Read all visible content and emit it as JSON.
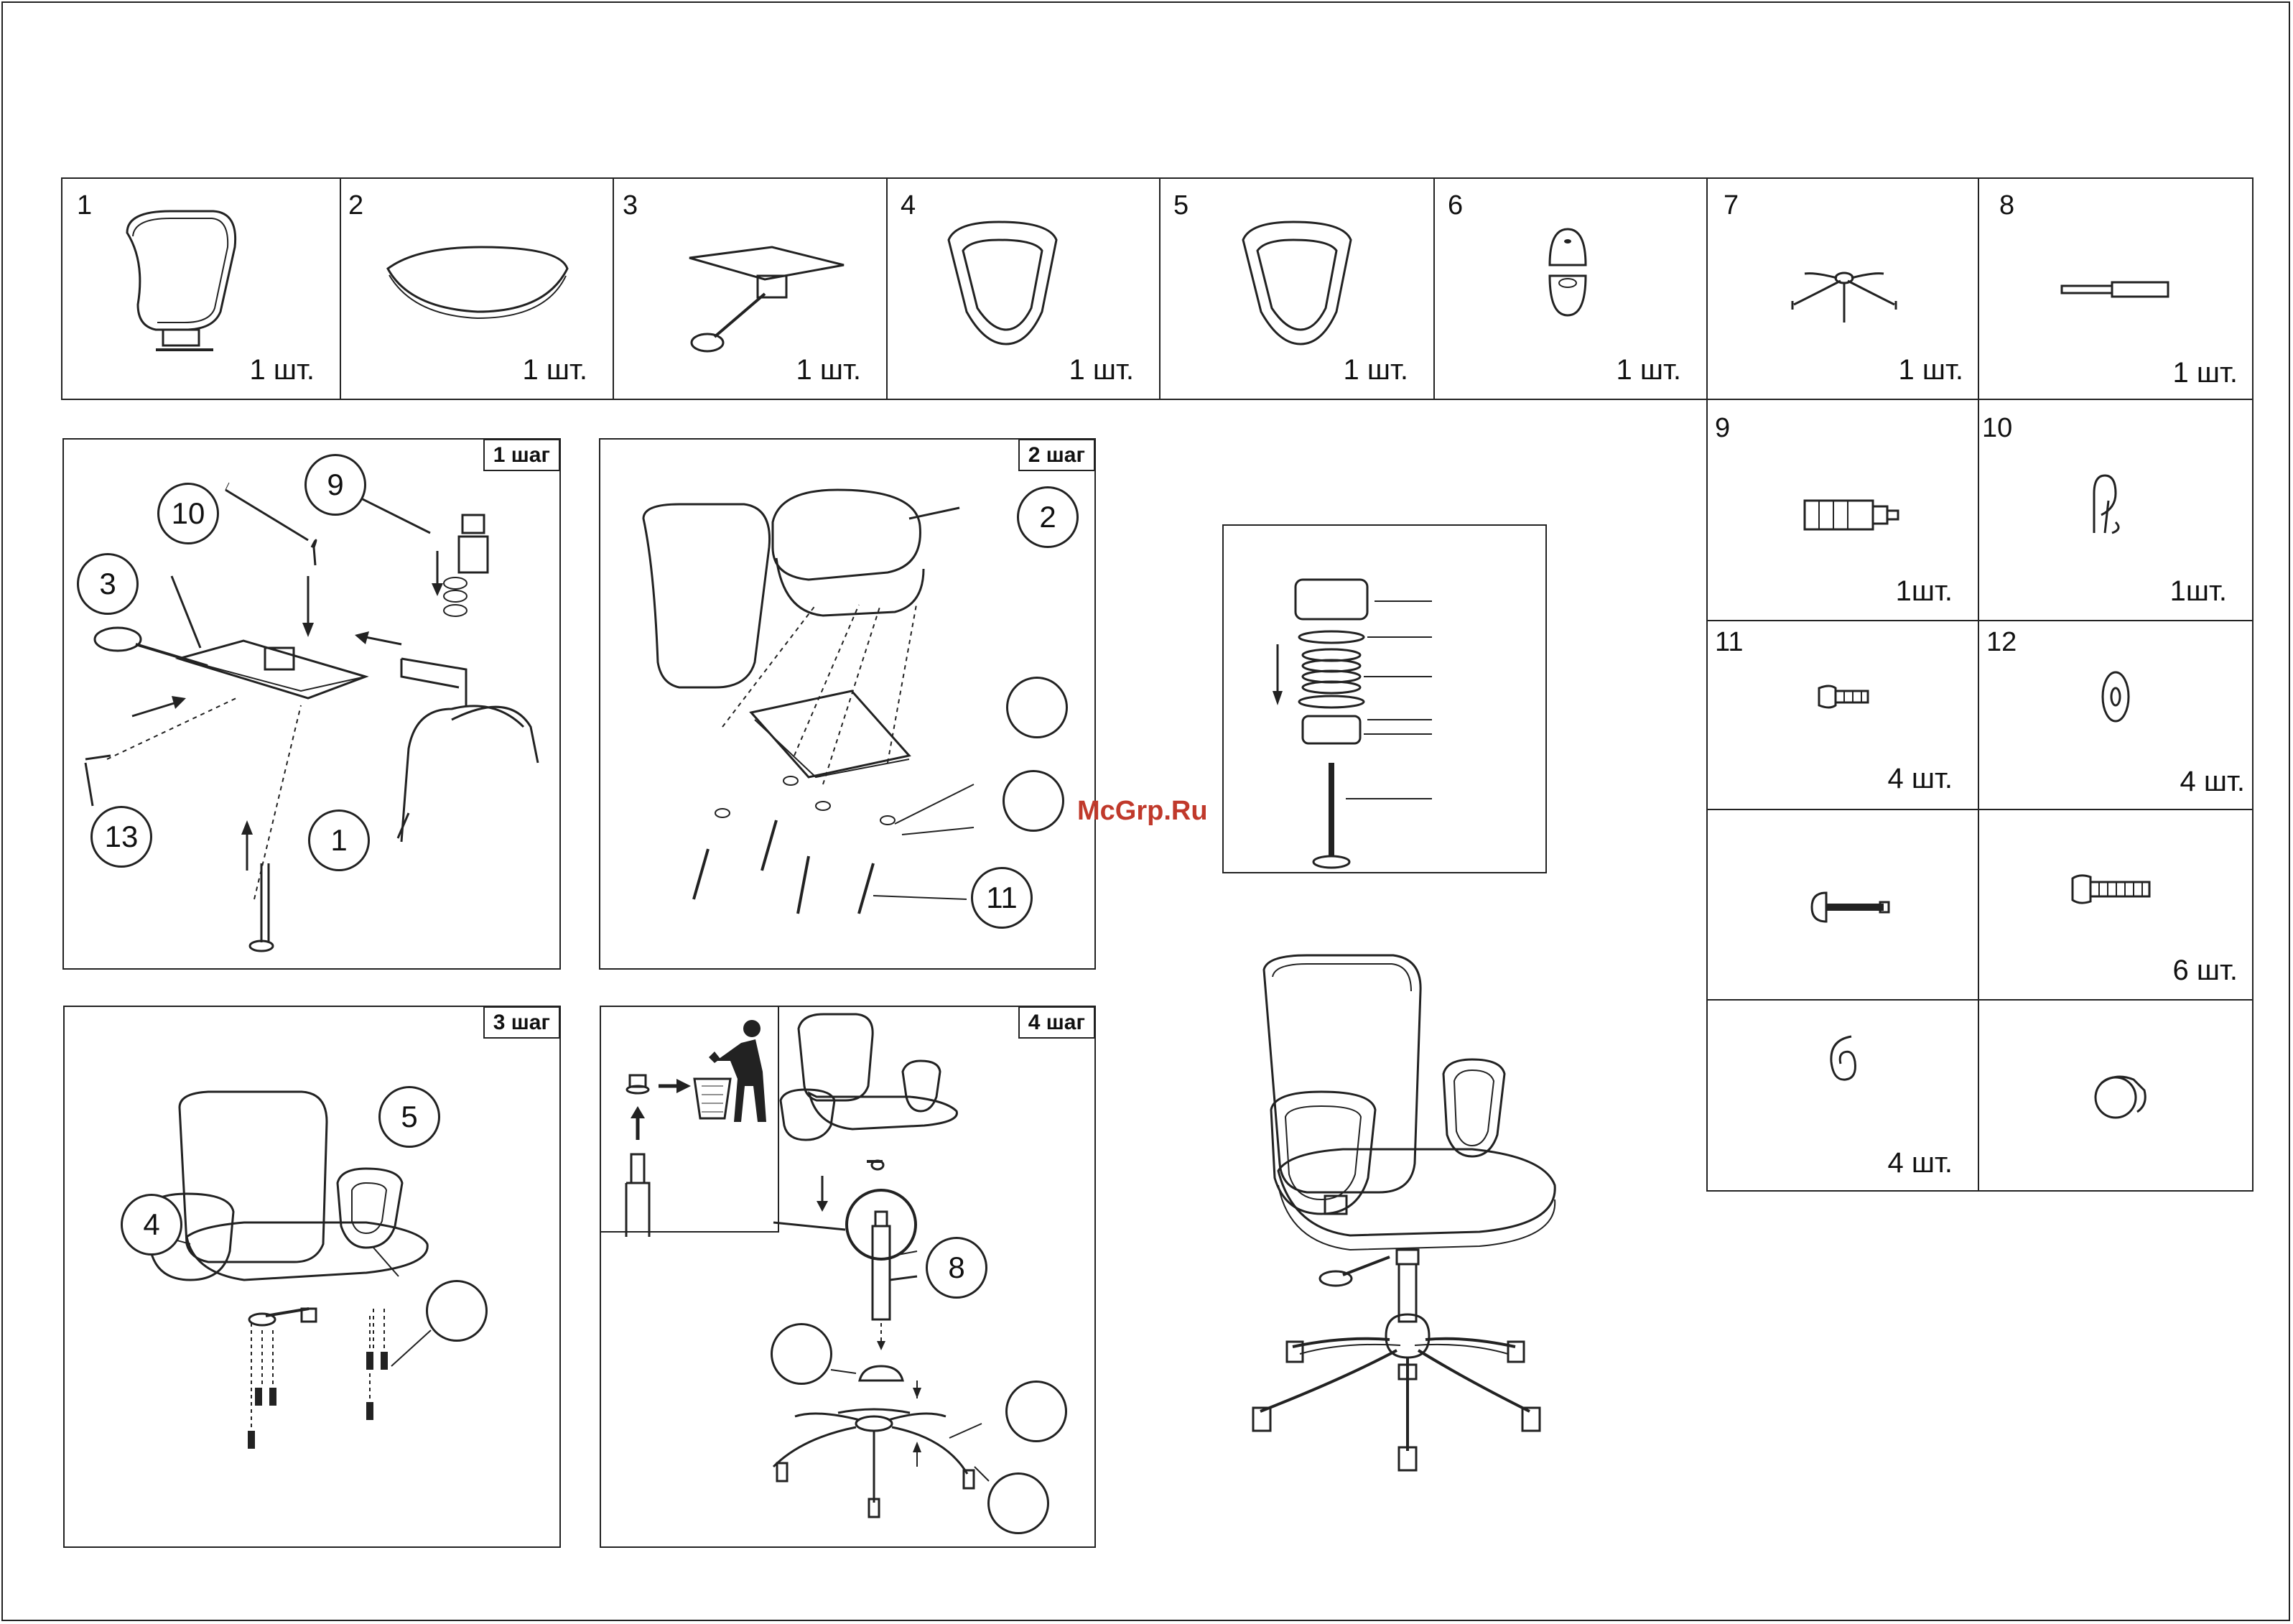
{
  "parts_top": [
    {
      "number": "1",
      "qty": "1 шт.",
      "icon": "headrest-backrest-icon"
    },
    {
      "number": "2",
      "qty": "1 шт.",
      "icon": "seat-cushion-icon"
    },
    {
      "number": "3",
      "qty": "1 шт.",
      "icon": "seat-mechanism-icon"
    },
    {
      "number": "4",
      "qty": "1 шт.",
      "icon": "armrest-left-icon"
    },
    {
      "number": "5",
      "qty": "1 шт.",
      "icon": "armrest-right-icon"
    },
    {
      "number": "6",
      "qty": "1 шт.",
      "icon": "gas-lift-cover-icon"
    },
    {
      "number": "7",
      "qty": "1 шт.",
      "icon": "star-base-icon"
    },
    {
      "number": "8",
      "qty": "1 шт.",
      "icon": "gas-lift-icon"
    }
  ],
  "parts_side": [
    {
      "number": "9",
      "qty": "1шт.",
      "icon": "knob-bolt-icon"
    },
    {
      "number": "10",
      "qty": "1шт.",
      "icon": "clip-pin-icon"
    },
    {
      "number": "11",
      "qty": "4 шт.",
      "icon": "short-bolt-icon"
    },
    {
      "number": "12",
      "qty": "4 шт.",
      "icon": "washer-icon"
    },
    {
      "number": "",
      "qty": "",
      "icon": "long-screw-icon"
    },
    {
      "number": "",
      "qty": "6 шт.",
      "icon": "hex-bolt-icon"
    },
    {
      "number": "",
      "qty": "4 шт.",
      "icon": "spring-washer-icon"
    },
    {
      "number": "",
      "qty": "",
      "icon": "caster-wheel-icon"
    }
  ],
  "steps": [
    {
      "tag": "1 шаг",
      "callouts": [
        "9",
        "10",
        "3",
        "13",
        "1"
      ]
    },
    {
      "tag": "2 шаг",
      "callouts": [
        "2",
        "11"
      ]
    },
    {
      "tag": "3 шаг",
      "callouts": [
        "5",
        "4"
      ]
    },
    {
      "tag": "4 шаг",
      "callouts": [
        "8"
      ]
    }
  ],
  "watermark": "McGrp.Ru"
}
